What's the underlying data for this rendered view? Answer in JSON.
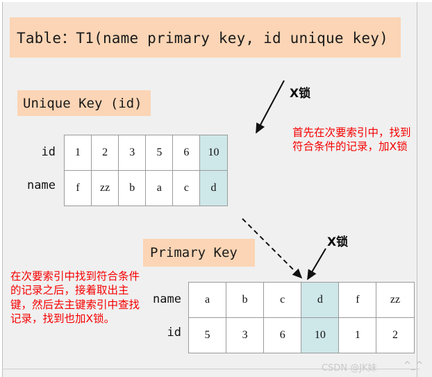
{
  "page": {
    "background_color": "#f0f0f0",
    "highlight_color": "#cee7e9",
    "banner_color": "#fbd5b5",
    "note_color": "#f50000"
  },
  "title": {
    "text": "Table：T1(name primary key, id unique key)"
  },
  "unique_index": {
    "banner_label": "Unique Key (id)",
    "row_labels": [
      "id",
      "name"
    ],
    "rows": [
      [
        "1",
        "2",
        "3",
        "5",
        "6",
        "10"
      ],
      [
        "f",
        "zz",
        "b",
        "a",
        "c",
        "d"
      ]
    ],
    "highlighted_column_index": 5
  },
  "primary_index": {
    "banner_label": "Primary Key",
    "row_labels": [
      "name",
      "id"
    ],
    "rows": [
      [
        "a",
        "b",
        "c",
        "d",
        "f",
        "zz"
      ],
      [
        "5",
        "3",
        "6",
        "10",
        "1",
        "2"
      ]
    ],
    "highlighted_column_index": 3
  },
  "annotations": {
    "lock_label_secondary": "X锁",
    "lock_label_primary": "X锁",
    "note_secondary": "首先在次要索引中，找到符合条件的记录，加X锁",
    "note_primary": "在次要索引中找到符合条件的记录之后，接着取出主键，然后去主键索引中查找记录，找到也加X锁。"
  },
  "watermark": {
    "text": "CSDN @JK妹",
    "smiley": "^_^"
  }
}
